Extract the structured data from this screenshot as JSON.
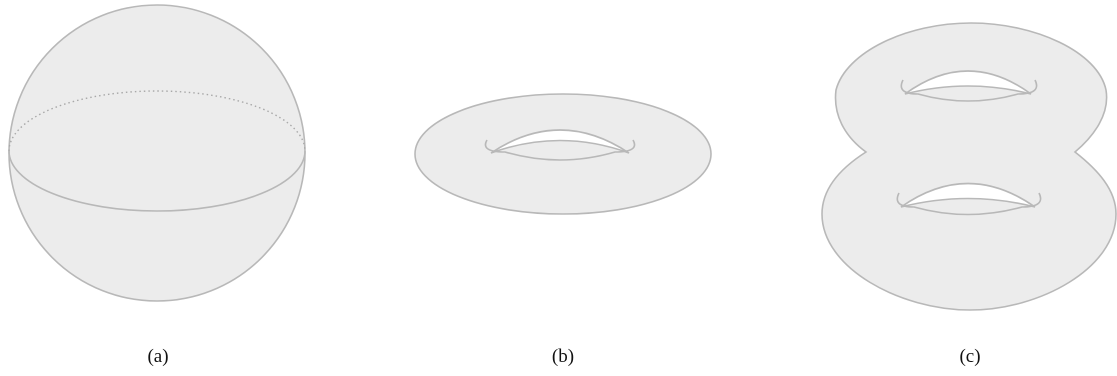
{
  "figure": {
    "panels": [
      {
        "id": "a",
        "label": "(a)",
        "surface": "sphere",
        "holes": 0
      },
      {
        "id": "b",
        "label": "(b)",
        "surface": "torus",
        "holes": 1
      },
      {
        "id": "c",
        "label": "(c)",
        "surface": "double-torus",
        "holes": 2
      }
    ],
    "colors": {
      "fill": "#ececec",
      "stroke": "#b8b8b8",
      "dotted": "#a8a8a8",
      "caption": "#111111"
    }
  }
}
